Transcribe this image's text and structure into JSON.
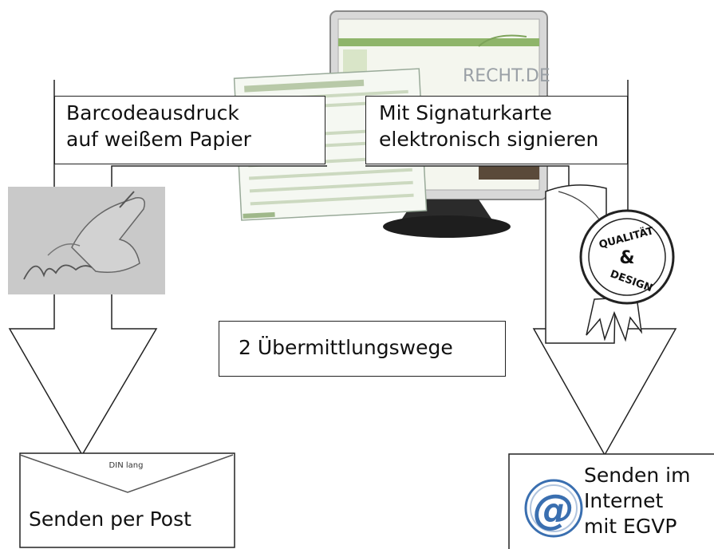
{
  "left_box": {
    "line1": "Barcodeausdruck",
    "line2": "auf weißem Papier"
  },
  "right_box": {
    "line1": "Mit Signaturkarte",
    "line2": "elektronisch signieren"
  },
  "center_box": {
    "text": "2 Übermittlungswege"
  },
  "envelope": {
    "stamp": "DIN lang",
    "label": "Senden per Post"
  },
  "internet_box": {
    "line1": "Senden im",
    "line2": "Internet",
    "line3": "mit EGVP"
  },
  "screen": {
    "site_text": "RECHT.DE"
  },
  "seal": {
    "top_text": "QUALITÄT",
    "middle_text": "&",
    "bottom_text": "DESIGN"
  },
  "colors": {
    "line": "#222222",
    "screen_green": "#8fb56a",
    "sketch_bg": "#c9c9c9",
    "at_blue": "#3a6fb0"
  }
}
